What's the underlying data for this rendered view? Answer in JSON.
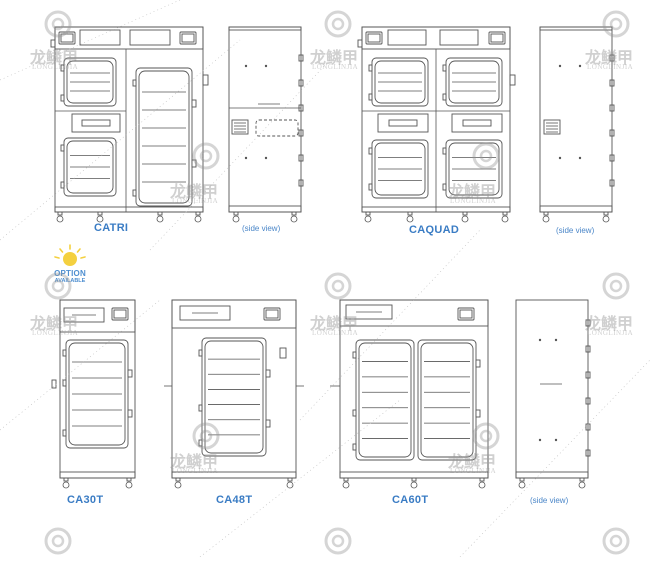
{
  "labels": {
    "catri": "CATRI",
    "caquad": "CAQUAD",
    "ca30t": "CA30T",
    "ca48t": "CA48T",
    "ca60t": "CA60T",
    "side_view": "(side view)"
  },
  "badge": {
    "line1": "OPTION",
    "line2": "AVAILABLE"
  },
  "watermark": {
    "chinese": "龙鳞甲",
    "latin": "LONGLINJIA"
  },
  "colors": {
    "label_blue": "#3a7cc4",
    "line": "#555555",
    "badge_sun": "#f4d03f"
  }
}
